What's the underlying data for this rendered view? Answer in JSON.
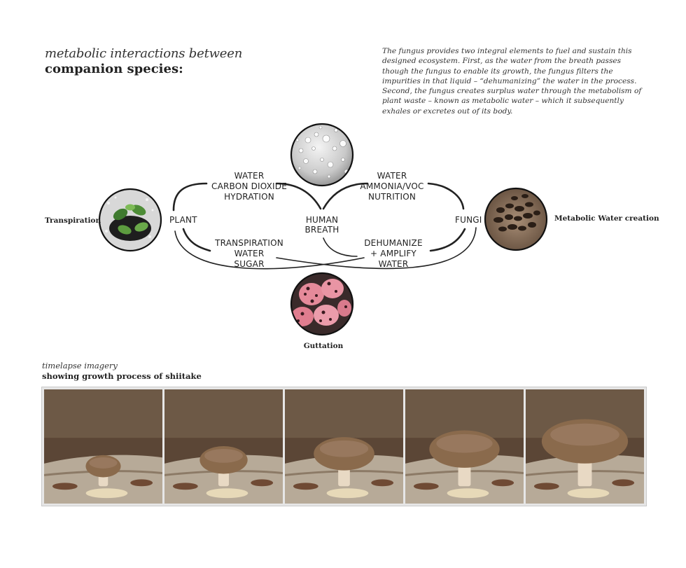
{
  "header": {
    "title_line1": "metabolic interactions between",
    "title_line2": "companion species:"
  },
  "intro_text": "The fungus provides two integral elements to fuel and sustain this designed ecosystem. First, as the water from the breath passes though the fungus to enable its growth, the fungus filters the impurities in that liquid – “dehumanizing” the water in the process. Second, the fungus creates surplus water through the metabolism of plant waste – known as metabolic water – which it subsequently exhales or excretes out of its body.",
  "diagram": {
    "nodes": {
      "plant": "PLANT",
      "human_line1": "HUMAN",
      "human_line2": "BREATH",
      "fungi": "FUNGI"
    },
    "flows": {
      "top_left": [
        "WATER",
        "CARBON DIOXIDE",
        "HYDRATION"
      ],
      "top_right": [
        "WATER",
        "AMMONIA/VOC",
        "NUTRITION"
      ],
      "bottom_left": [
        "TRANSPIRATION",
        "WATER",
        "SUGAR"
      ],
      "bottom_right": [
        "DEHUMANIZE",
        "+ AMPLIFY",
        "WATER"
      ]
    },
    "side_labels": {
      "left": "Transpiration",
      "right": "Metabolic Water creation",
      "bottom": "Guttation"
    },
    "images": {
      "top": "water-droplets-image",
      "left": "seedling-image",
      "right": "fungal-pellets-image",
      "bottom": "pink-mushroom-image"
    }
  },
  "timelapse": {
    "caption_line1": "timelapse imagery",
    "caption_line2": "showing growth process of shiitake",
    "frames": [
      {
        "name": "stage-1",
        "growth": 0.2
      },
      {
        "name": "stage-2",
        "growth": 0.4
      },
      {
        "name": "stage-3",
        "growth": 0.6
      },
      {
        "name": "stage-4",
        "growth": 0.75
      },
      {
        "name": "stage-5",
        "growth": 1.0
      }
    ]
  },
  "colors": {
    "line": "#222222",
    "mushroom_cap": "#8a6a4c",
    "mushroom_stem": "#e8d9c4",
    "pink_fungus": "#e58a9a",
    "strip_bg": "#e6e6e6"
  }
}
